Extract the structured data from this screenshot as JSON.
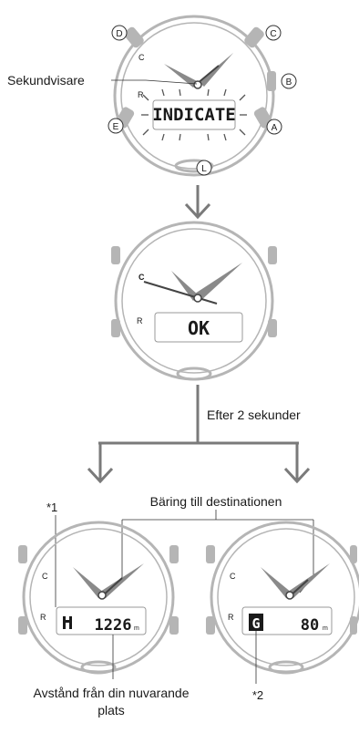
{
  "labels": {
    "second_hand": "Sekundvisare",
    "after_seconds": "Efter 2 sekunder",
    "bearing": "Bäring till destinationen",
    "note1": "*1",
    "note2": "*2",
    "distance_line1": "Avstånd från din nuvarande",
    "distance_line2": "plats"
  },
  "buttons": {
    "a": "A",
    "b": "B",
    "c": "C",
    "d": "D",
    "e": "E",
    "l": "L"
  },
  "dial_marks": {
    "c": "C",
    "r": "R"
  },
  "displays": {
    "indicate": "INDICATE",
    "ok": "OK",
    "distance_value": "1226",
    "distance_unit": "m",
    "goal_letter": "G",
    "goal_value": "80",
    "goal_unit": "m"
  },
  "colors": {
    "bezel": "#b5b5b5",
    "hand": "#8a8a8a",
    "hand_dark": "#555555",
    "arrow": "#7a7a7a",
    "ink": "#1a1a1a"
  }
}
